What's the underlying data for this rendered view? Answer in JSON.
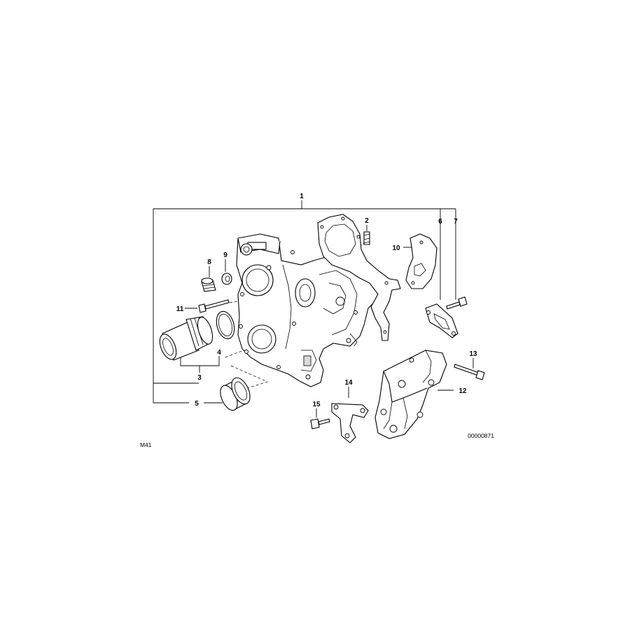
{
  "diagram": {
    "callouts": {
      "c1": "1",
      "c2": "2",
      "c3": "3",
      "c4": "4",
      "c5": "5",
      "c6": "6",
      "c7": "7",
      "c8": "8",
      "c9": "9",
      "c10": "10",
      "c11": "11",
      "c12": "12",
      "c13": "13",
      "c14": "14",
      "c15": "15"
    },
    "model_code": "M41",
    "drawing_number": "00000871"
  }
}
